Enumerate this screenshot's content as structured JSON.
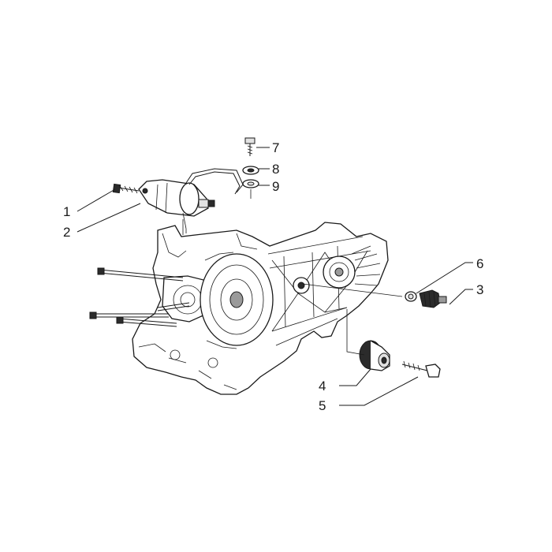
{
  "callouts": {
    "c1": "1",
    "c2": "2",
    "c3": "3",
    "c4": "4",
    "c5": "5",
    "c6": "6",
    "c7": "7",
    "c8": "8",
    "c9": "9"
  },
  "colors": {
    "ink": "#1a1a1a",
    "background": "#ffffff"
  }
}
